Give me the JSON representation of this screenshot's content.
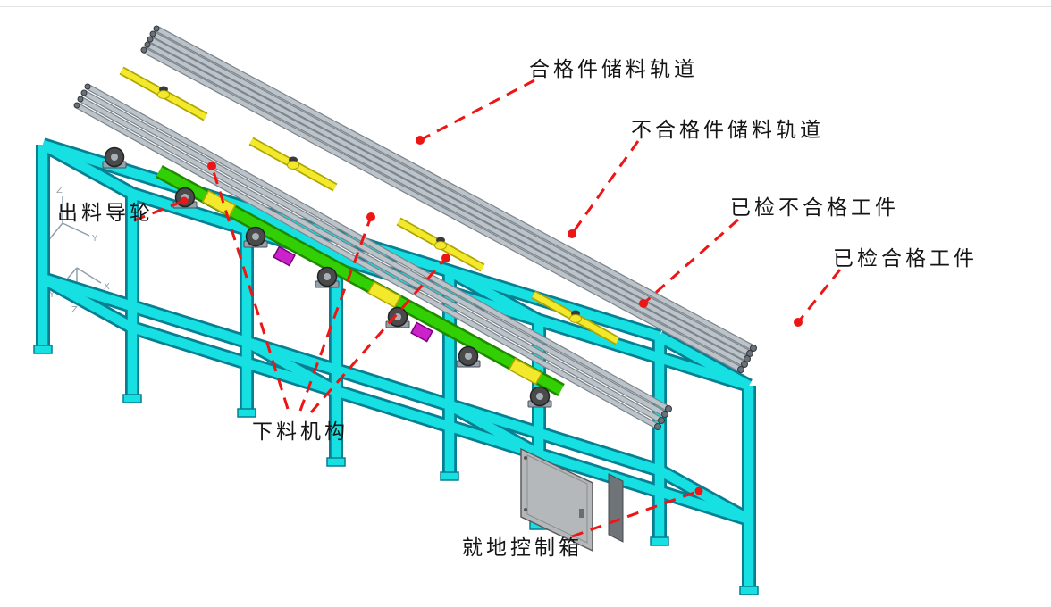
{
  "labels": {
    "qualified_storage_rail": "合格件储料轨道",
    "unqualified_storage_rail": "不合格件储料轨道",
    "inspected_unqualified_workpiece": "已检不合格工件",
    "inspected_qualified_workpiece": "已检合格工件",
    "discharge_guide_wheel": "出料导轮",
    "blanking_mechanism": "下料机构",
    "local_control_box": "就地控制箱"
  },
  "axes": {
    "x": "X",
    "y": "Y",
    "z": "Z"
  },
  "colors": {
    "background": "#ffffff",
    "label_text": "#151515",
    "leader_red": "#ee1515",
    "frame_cyan": "#17e0e2",
    "frame_cyan_dark": "#067f92",
    "rail_gray": "#bcc3c9",
    "rail_gray_dark": "#7c858d",
    "beam_green": "#33cf05",
    "beam_green_dark": "#1f8a00",
    "accent_yellow": "#f2e82c",
    "accent_yellow_dark": "#b0a400",
    "magenta": "#cc22cc",
    "box_gray": "#b5b8ba",
    "wheel_dark": "#4a4a4a",
    "triad_gray": "#8fa0ac"
  }
}
